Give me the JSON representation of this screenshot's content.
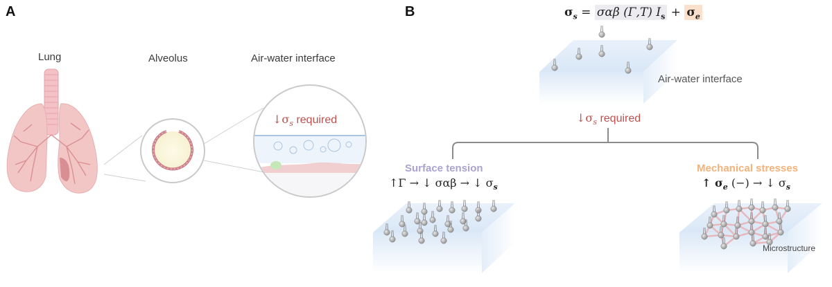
{
  "panelA": {
    "letter": "A",
    "lung_label": "Lung",
    "alveolus_label": "Alveolus",
    "interface_label": "Air-water interface",
    "required_text": "required",
    "sigma_sym": "↓σ",
    "sigma_sub": "s"
  },
  "panelB": {
    "letter": "B",
    "equation": {
      "lhs_sym": "σ",
      "lhs_sub": "s",
      "eq": "=",
      "mid": "σαβ (Γ,T) I",
      "mid_sub": "s",
      "plus": "+",
      "rhs_sym": "σ",
      "rhs_sub": "e"
    },
    "interface_label": "Air-water interface",
    "required_sym": "↓σ",
    "required_sub": "s",
    "required_text": "required",
    "surface_tension_title": "Surface tension",
    "surface_tension_expr": "↑Γ → ↓ σαβ → ↓ σ",
    "surface_tension_sub": "s",
    "mechanical_title": "Mechanical stresses",
    "mechanical_expr_a": "↑ σ",
    "mechanical_expr_a_sub": "e",
    "mechanical_expr_b": " (−) → ↓ σ",
    "mechanical_expr_b_sub": "s",
    "microstructure_label": "Microstructure"
  },
  "colors": {
    "red": "#c0504d",
    "purple": "#a9a3cf",
    "orange": "#f3b27a",
    "lung_pink": "#f2c4c4",
    "slab_blue": "#dce9f7"
  }
}
